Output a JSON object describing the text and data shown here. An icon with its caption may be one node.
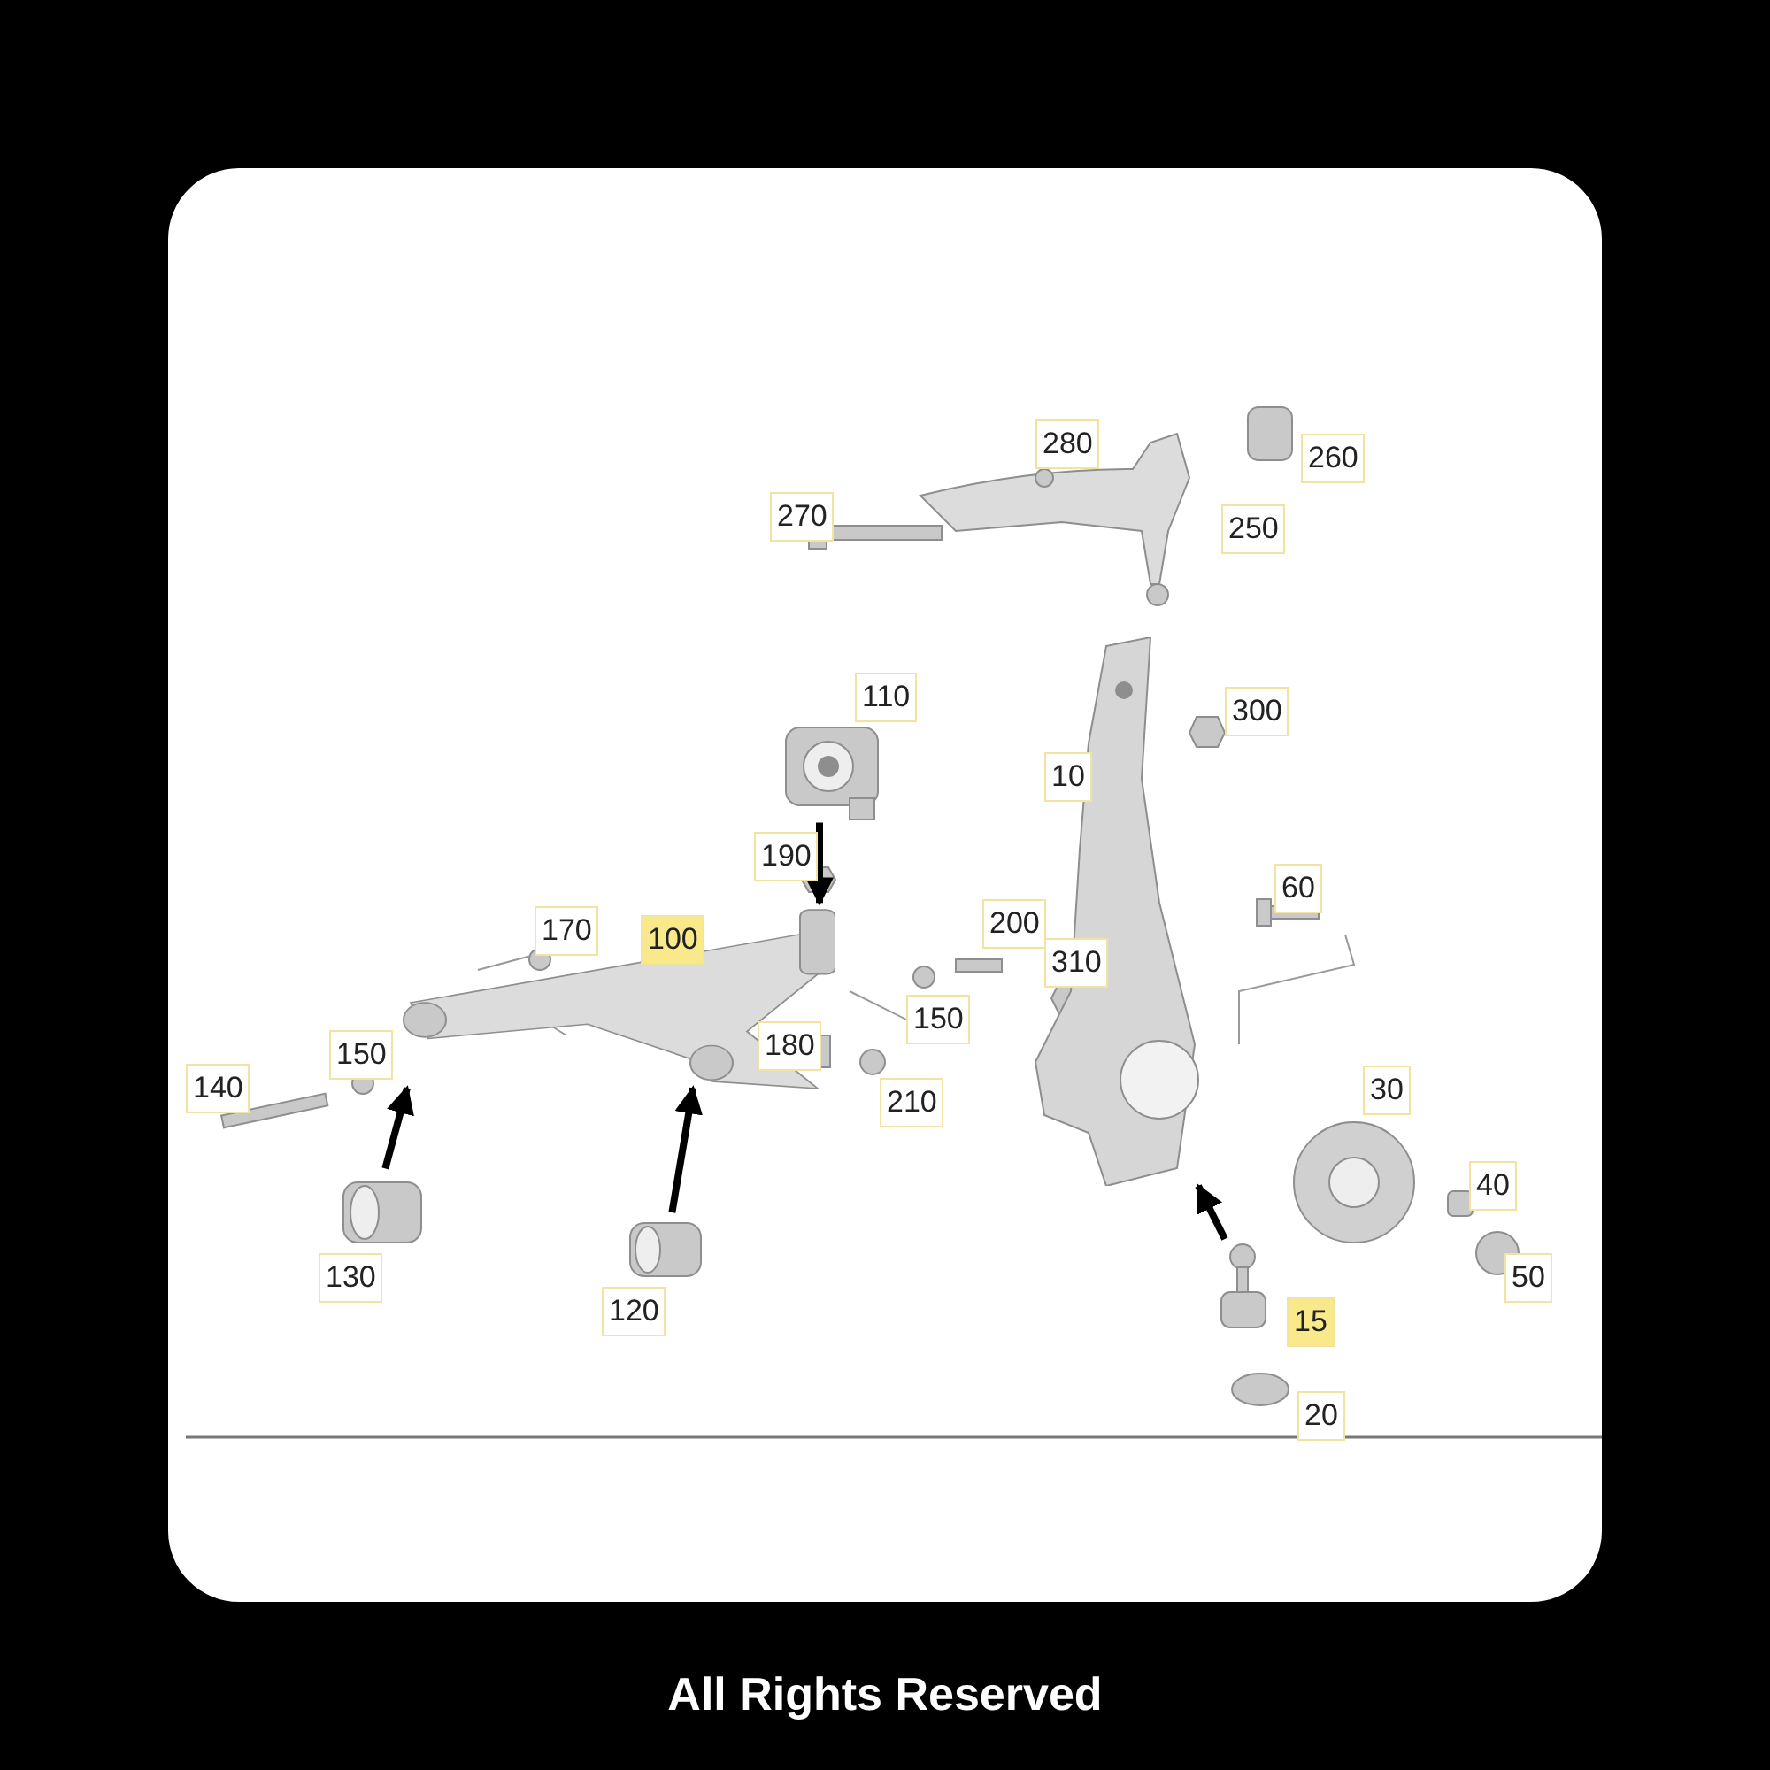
{
  "diagram": {
    "nodes": [
      {
        "text": [],
        "shape": "picture"
      },
      {
        "text": [],
        "shape": "picture"
      },
      {
        "text": [],
        "shape": "picture"
      },
      {
        "text": [],
        "shape": "picture"
      },
      {
        "text": [],
        "shape": "picture"
      },
      {
        "text": [],
        "shape": "picture"
      }
    ],
    "edges": [
      {
        "from": 0,
        "to": 1,
        "arrow": "to"
      },
      {
        "from": 2,
        "to": 1,
        "arrow": "to"
      },
      {
        "from": 3,
        "to": 1,
        "arrow": "to"
      },
      {
        "from": 4,
        "to": 5,
        "arrow": "to"
      }
    ],
    "labels": [
      "280",
      "260",
      "270",
      "250",
      "110",
      "300",
      "10",
      "190",
      "60",
      "200",
      "170",
      "100",
      "310",
      "150",
      "180",
      "150",
      "140",
      "30",
      "210",
      "40",
      "130",
      "50",
      "120",
      "15",
      "20",
      "All Rights Reserved"
    ]
  }
}
